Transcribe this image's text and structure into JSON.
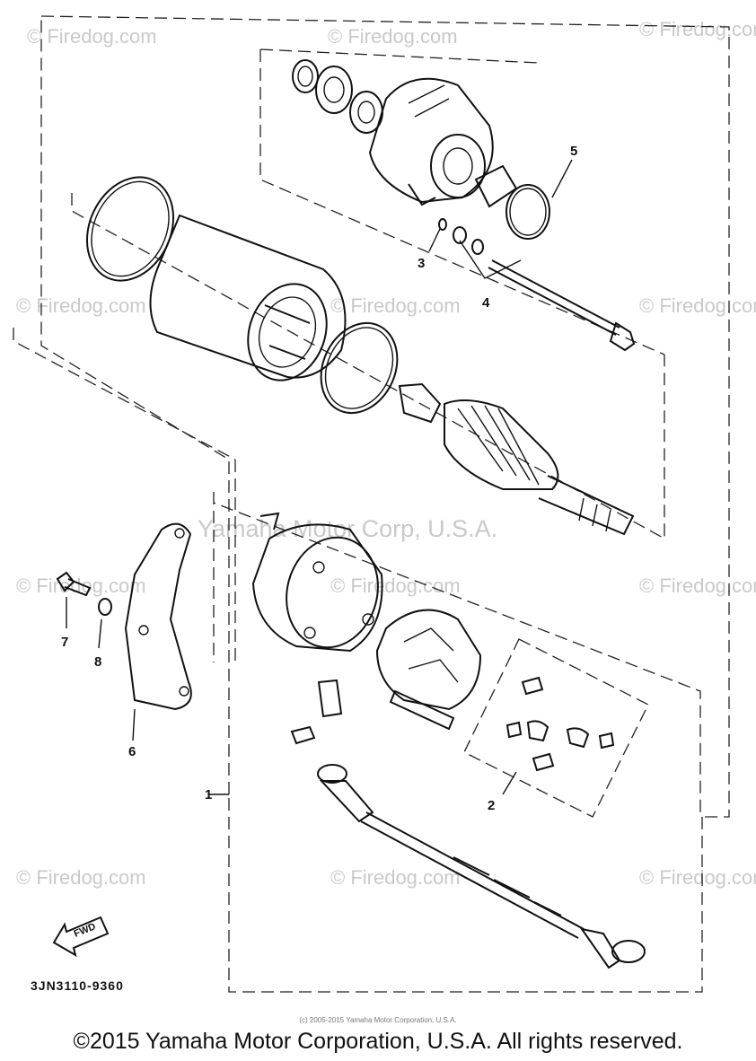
{
  "watermarks": {
    "site": "© Firedog.com",
    "center": "Yamaha Motor Corp, U.S.A."
  },
  "callouts": {
    "c1": "1",
    "c2": "2",
    "c3": "3",
    "c4": "4",
    "c5": "5",
    "c6": "6",
    "c7": "7",
    "c8": "8"
  },
  "fwd_label": "FWD",
  "drawing_number": "3JN3110-9360",
  "copyright_small": "(c) 2005-2015 Yamaha Motor Corporation, U.S.A.",
  "copyright_main": "©2015 Yamaha Motor Corporation, U.S.A. All rights reserved."
}
